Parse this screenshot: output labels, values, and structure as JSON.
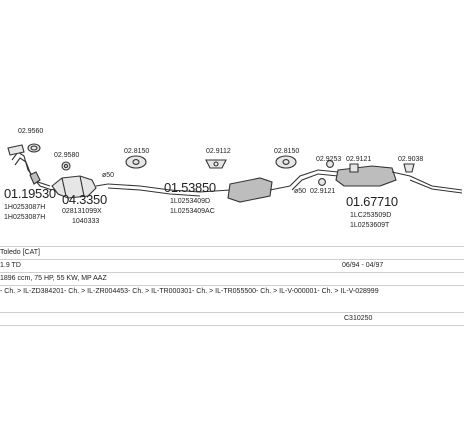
{
  "parts": {
    "p1": {
      "number": "01.19530",
      "ref_a": "1H0253087H",
      "ref_b": "1H0253087H"
    },
    "p2": {
      "number": "04.3350",
      "ref_a": "028131099X",
      "ref_b": "1040333"
    },
    "p3": {
      "number": "01.53850",
      "ref_a": "1L0253409D",
      "ref_b": "1L0253409AC"
    },
    "p4": {
      "number": "01.67710",
      "ref_a": "1LC253509D",
      "ref_b": "1L0253609T"
    }
  },
  "fittings": {
    "f1": "02.9560",
    "f2": "02.9580",
    "f3": "02.8150",
    "f4": "02.9112",
    "f5": "02.8150",
    "f6": "02.9121",
    "f7": "02.9253",
    "f8": "02.9121",
    "f9": "02.9038"
  },
  "diameters": {
    "d1": "ø50",
    "d2": "ø50"
  },
  "info": {
    "model": "Toledo  [CAT]",
    "engine": "1.9 TD",
    "years": "06/94 - 04/97",
    "specs": "1896 ccm, 75 HP, 55 KW, MP AAZ",
    "refs": "- Ch. > IL-ZD384201- Ch. > IL-ZR004453- Ch. > IL-TR000301- Ch. > IL-TR055500- Ch. > IL-V-000001- Ch. > IL-V-028999",
    "code": "C310250"
  },
  "colors": {
    "line": "#333333",
    "fill_light": "#e6e6e6",
    "fill_mid": "#bdbdbd",
    "rule": "#cfcfcf"
  }
}
